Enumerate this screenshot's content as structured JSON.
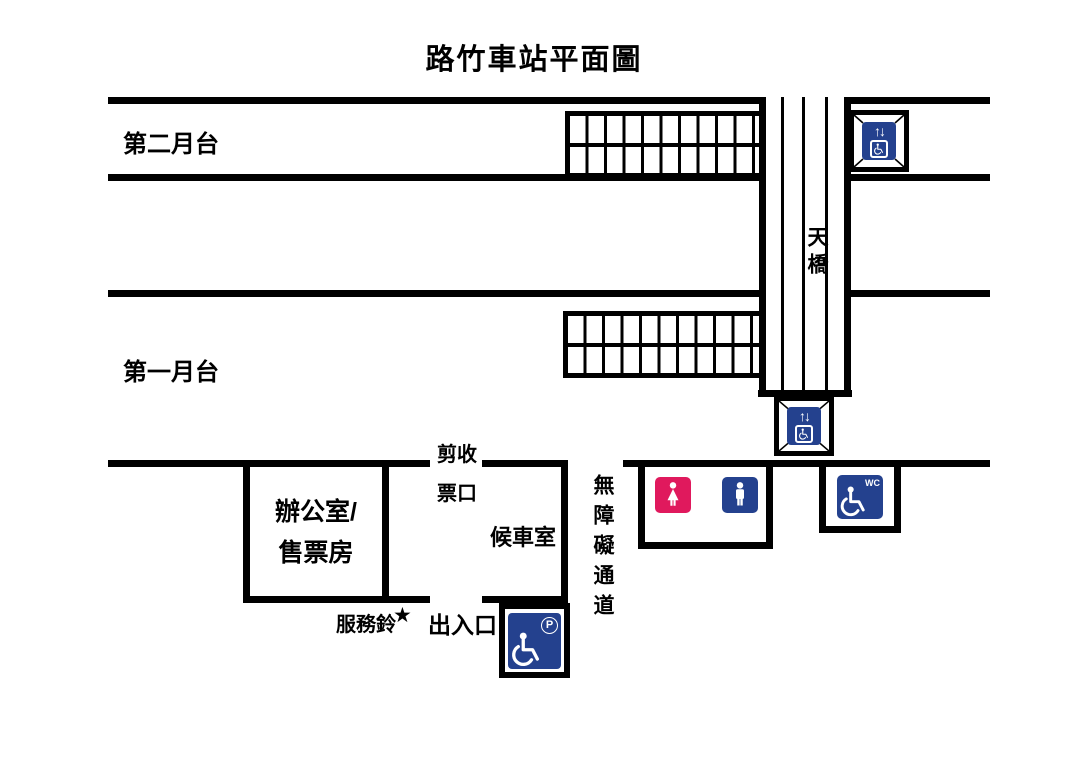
{
  "title": "路竹車站平面圖",
  "platform2": {
    "label": "第二月台"
  },
  "platform1": {
    "label": "第一月台"
  },
  "bridge": {
    "label": "天橋"
  },
  "station": {
    "office_line1": "辦公室/",
    "office_line2": "售票房",
    "waiting_room": "候車室",
    "gate_line1": "剪收",
    "gate_line2": "票口",
    "entrance": "出入口",
    "service_bell": "服務鈴",
    "service_bell_star": "★",
    "accessible_path": "無障礙通道"
  },
  "icons": {
    "elevator_arrows": "↑↓",
    "wc_label": "WC",
    "parking_label": "P",
    "upper_elevator": "accessible-elevator",
    "lower_elevator": "accessible-elevator",
    "female_toilet": "female-toilet",
    "male_toilet": "male-toilet",
    "accessible_wc": "accessible-toilet-wc",
    "accessible_parking": "accessible-parking"
  },
  "colors": {
    "line_black": "#000000",
    "sign_blue": "#24418E",
    "sign_pink": "#E0195D"
  }
}
